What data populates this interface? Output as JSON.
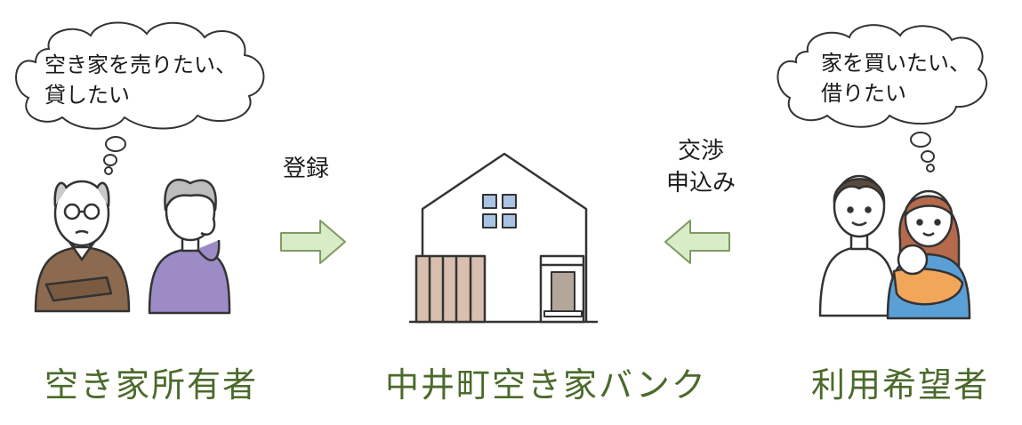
{
  "owner": {
    "thought_line1": "空き家を売りたい、",
    "thought_line2": "貸したい",
    "label": "空き家所有者"
  },
  "register": {
    "label": "登録"
  },
  "negotiate": {
    "line1": "交渉",
    "line2": "申込み"
  },
  "bank": {
    "label": "中井町空き家バンク"
  },
  "user": {
    "thought_line1": "家を買いたい、",
    "thought_line2": "借りたい",
    "label": "利用希望者"
  },
  "colors": {
    "caption": "#4b6a2b",
    "arrow_fill": "#d9ecc8",
    "arrow_stroke": "#7f9a63",
    "window": "#a9c4e3",
    "fence": "#d8bfae"
  }
}
